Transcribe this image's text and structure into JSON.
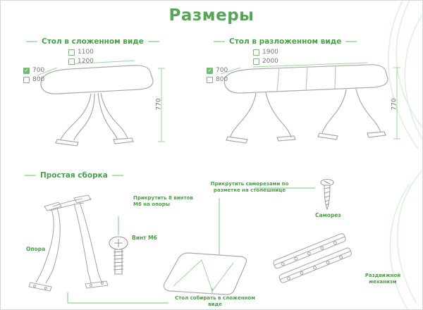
{
  "title": "Размеры",
  "colors": {
    "accent": "#4a9e4a",
    "line_art": "#a8a8a8",
    "dim_line": "#9fd49f"
  },
  "sections": {
    "folded": {
      "label": "Стол в сложенном виде",
      "width_options": [
        {
          "value": "1100",
          "checked": false
        },
        {
          "value": "1200",
          "checked": false
        }
      ],
      "depth_options": [
        {
          "value": "700",
          "checked": true
        },
        {
          "value": "800",
          "checked": false
        }
      ],
      "height": "770"
    },
    "unfolded": {
      "label": "Стол в разложенном виде",
      "width_options": [
        {
          "value": "1900",
          "checked": false
        },
        {
          "value": "2000",
          "checked": false
        }
      ],
      "depth_options": [
        {
          "value": "700",
          "checked": true
        },
        {
          "value": "800",
          "checked": false
        }
      ],
      "height": "770"
    },
    "assembly": {
      "label": "Простая сборка",
      "leg_label": "Опора",
      "bolt_label": "Винт М6",
      "note_bolts": "Прикрутить 8 винтов М6 на опоры",
      "note_screws": "Прикрутить саморезами по разметке на столешнице",
      "screw_label": "Саморез",
      "rail_label": "Раздвижной механизм",
      "bottom_note": "Стол собирать в сложенном виде"
    }
  }
}
